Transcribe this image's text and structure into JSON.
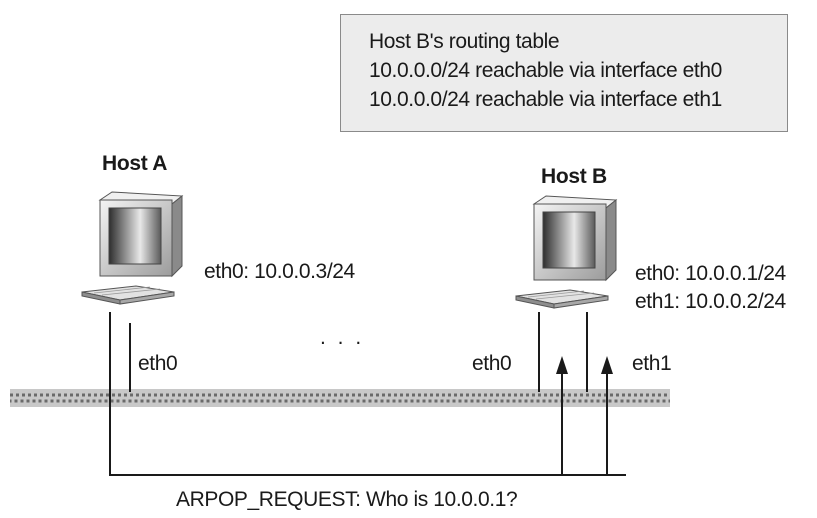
{
  "routing_table": {
    "title": "Host B's routing table",
    "routes": [
      "10.0.0.0/24 reachable via interface eth0",
      "10.0.0.0/24 reachable via interface eth1"
    ]
  },
  "host_a": {
    "name": "Host A",
    "address_label": "eth0: 10.0.0.3/24",
    "interface_label": "eth0"
  },
  "host_b": {
    "name": "Host B",
    "address_labels": [
      "eth0: 10.0.0.1/24",
      "eth1: 10.0.0.2/24"
    ],
    "interface_labels": [
      "eth0",
      "eth1"
    ]
  },
  "ellipsis": ". . .",
  "request_label": "ARPOP_REQUEST: Who is 10.0.0.1?",
  "colors": {
    "box_fill": "#ececec",
    "box_border": "#8a8a8a",
    "line": "#1a1a1a",
    "lan_fill": "#c8c8c8",
    "lan_dash": "#6a6a6a",
    "computer_light": "#e4e4e4",
    "computer_dark": "#6e6e6e"
  },
  "icons": [
    "computer-icon",
    "computer-icon",
    "arrow-up-icon",
    "arrow-up-icon"
  ]
}
